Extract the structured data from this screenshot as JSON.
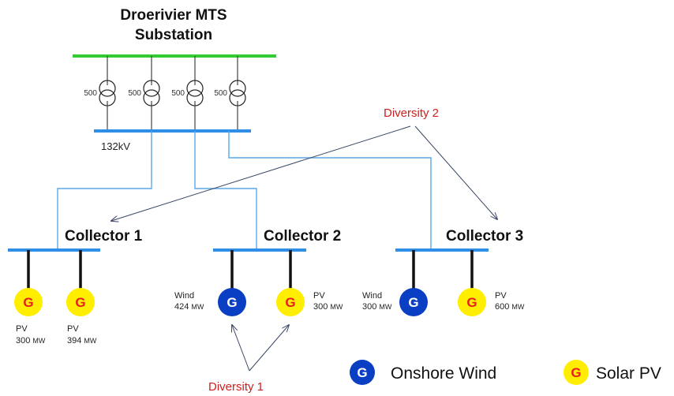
{
  "title": {
    "line1": "Droerivier MTS",
    "line2": "Substation"
  },
  "transformers": [
    {
      "rating": "500"
    },
    {
      "rating": "500"
    },
    {
      "rating": "500"
    },
    {
      "rating": "500"
    }
  ],
  "bus_132": {
    "label": "132kV"
  },
  "collectors": [
    {
      "label": "Collector 1"
    },
    {
      "label": "Collector 2"
    },
    {
      "label": "Collector 3"
    }
  ],
  "generators": [
    {
      "type": "solar",
      "letter": "G",
      "name": "PV",
      "capacity": "300",
      "unit": "MW"
    },
    {
      "type": "solar",
      "letter": "G",
      "name": "PV",
      "capacity": "394",
      "unit": "MW"
    },
    {
      "type": "wind",
      "letter": "G",
      "name": "Wind",
      "capacity": "424",
      "unit": "MW"
    },
    {
      "type": "solar",
      "letter": "G",
      "name": "PV",
      "capacity": "300",
      "unit": "MW"
    },
    {
      "type": "wind",
      "letter": "G",
      "name": "Wind",
      "capacity": "300",
      "unit": "MW"
    },
    {
      "type": "solar",
      "letter": "G",
      "name": "PV",
      "capacity": "600",
      "unit": "MW"
    }
  ],
  "diversity": [
    {
      "label": "Diversity 1"
    },
    {
      "label": "Diversity 2"
    }
  ],
  "legend": {
    "wind": {
      "letter": "G",
      "label": "Onshore Wind"
    },
    "solar": {
      "letter": "G",
      "label": "Solar PV"
    }
  },
  "colors": {
    "hv_bus": "#33cc33",
    "bus": "#2e8ee8",
    "feeder": "#5aa7e8",
    "arrow": "#3a4766",
    "diversity_text": "#cc1f1f",
    "wind_fill": "#0a3fc4",
    "wind_letter": "#ffffff",
    "solar_fill": "#ffee00",
    "solar_letter": "#e81e1e"
  }
}
